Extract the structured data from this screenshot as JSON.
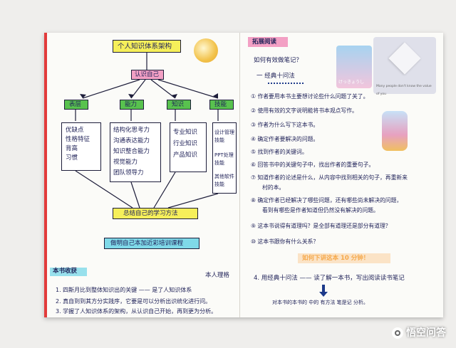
{
  "left_page": {
    "title": "个人知识体系架构",
    "root": "认识自己",
    "categories": [
      {
        "label": "表层",
        "items": [
          "优缺点",
          "性格特征",
          "背高",
          "习惯"
        ]
      },
      {
        "label": "能力",
        "items": [
          "结构化思考力",
          "沟通表达能力",
          "知识整合能力",
          "视觉能力",
          "团队领导力"
        ]
      },
      {
        "label": "知识",
        "items": [
          "专业知识",
          "行业知识",
          "产品知识"
        ]
      },
      {
        "label": "技能",
        "items": [
          "设计管理技能",
          "PPT处理技能",
          "其他软件技能"
        ]
      }
    ],
    "summary_box": "总结自己的学习方法",
    "bottom_box": "做明自己本加近彩培训课程",
    "notes_header": "本书收获",
    "side_note": "本人理格",
    "notes": [
      "1. 四斯月比到整体知识出的关键 —— 是了人知识体系",
      "2. 真自到到其方分实践序，它要是可以分析出识统化进行问。",
      "3. 学握了人知识体系的架构，从认识自己开始，再到更为分析。"
    ]
  },
  "right_page": {
    "section_title": "拓展阅读",
    "question": "如何有效做笔记？",
    "method": "一 经典十问法",
    "questions": [
      "① 作者要用本书主要想讨论些什么问题了关了。",
      "② 使用有效的文字说明能将书本观点写作。",
      "③ 作者为什么写下这本书。",
      "④ 确定作者要解决的问题。",
      "⑤ 找到作者的关键词。",
      "⑥ 回答书中的关键句子中，找出作者的重要句子。",
      "⑦ 知道作者的论述是什么，从内容中找到相关的句子，再重新来",
      "村的本。",
      "⑧ 确定作者已经解决了哪些问题，还有哪些尚未解决的问题，",
      "看到有哪些是作者知道但仍然没有解决的问题。",
      "⑨ 这本书说得有道理吗？是全部有道理还是部分有道理？",
      "⑩ 这本书跟你有什么关系？"
    ],
    "highlight": "如何下讲这本 10 分钟！",
    "point4": "4. 用经典十问法 —— 读了解一本书，写出阅读读书笔记",
    "arrow_note": "对本书的本书的 中的 有方法 笔是记 分析。",
    "sticker_text_1": "けっきょうし",
    "sticker_text_2": "Many people don't know the value of you"
  },
  "watermark": "悟空问答",
  "colors": {
    "title_yellow": "#f6ef5a",
    "category_green": "#58c24e",
    "note_cyan": "#7fd9e8",
    "header_pink": "#f3a0c4",
    "highlight_orange": "#f5a84a"
  }
}
